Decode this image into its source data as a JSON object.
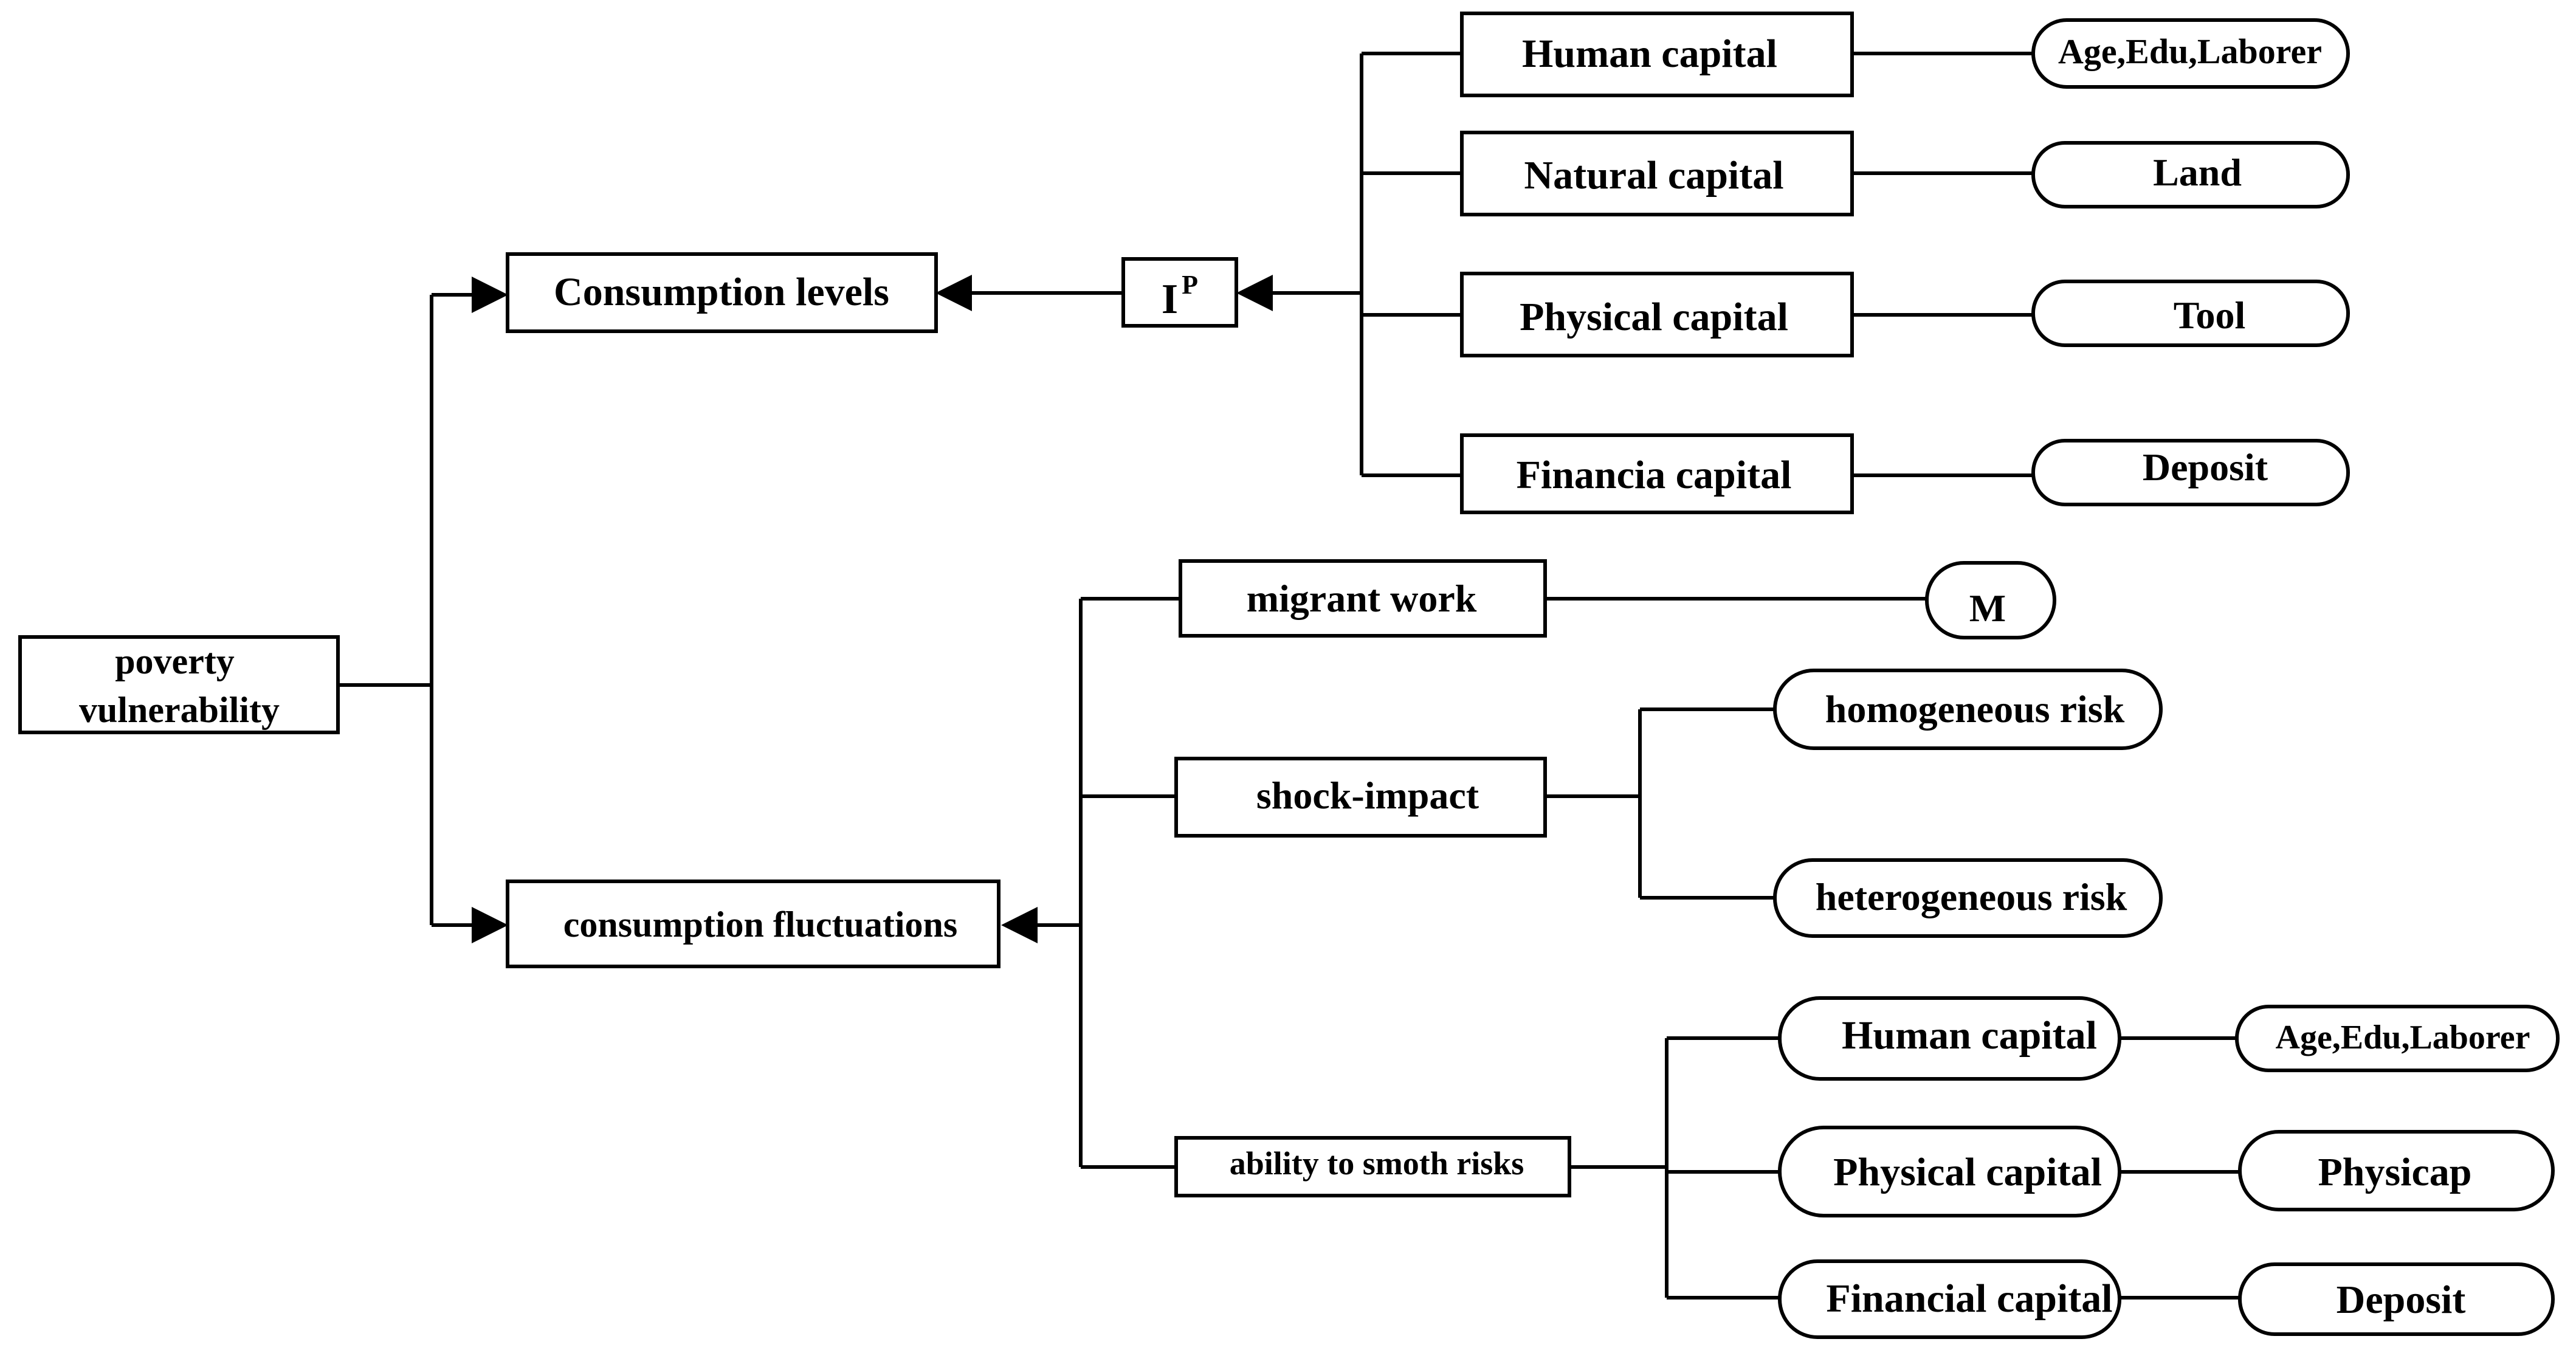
{
  "diagram": {
    "root": "poverty vulnerability",
    "branches": {
      "consumption_levels": {
        "label": "Consumption levels",
        "mediator": {
          "base": "I",
          "superscript": "P"
        },
        "capitals": [
          {
            "label": "Human capital",
            "indicator": "Age,Edu,Laborer"
          },
          {
            "label": "Natural capital",
            "indicator": "Land"
          },
          {
            "label": "Physical capital",
            "indicator": "Tool"
          },
          {
            "label": "Financia capital",
            "indicator": "Deposit"
          }
        ]
      },
      "consumption_fluctuations": {
        "label": "consumption fluctuations",
        "factors": {
          "migrant_work": {
            "label": "migrant work",
            "indicator": "M"
          },
          "shock_impact": {
            "label": "shock-impact",
            "risks": [
              "homogeneous risk",
              "heterogeneous risk"
            ]
          },
          "smooth_risks": {
            "label": "ability to smoth risks",
            "capitals": [
              {
                "label": "Human capital",
                "indicator": "Age,Edu,Laborer"
              },
              {
                "label": "Physical capital",
                "indicator": "Physicap"
              },
              {
                "label": "Financial capital",
                "indicator": "Deposit"
              }
            ]
          }
        }
      }
    }
  }
}
